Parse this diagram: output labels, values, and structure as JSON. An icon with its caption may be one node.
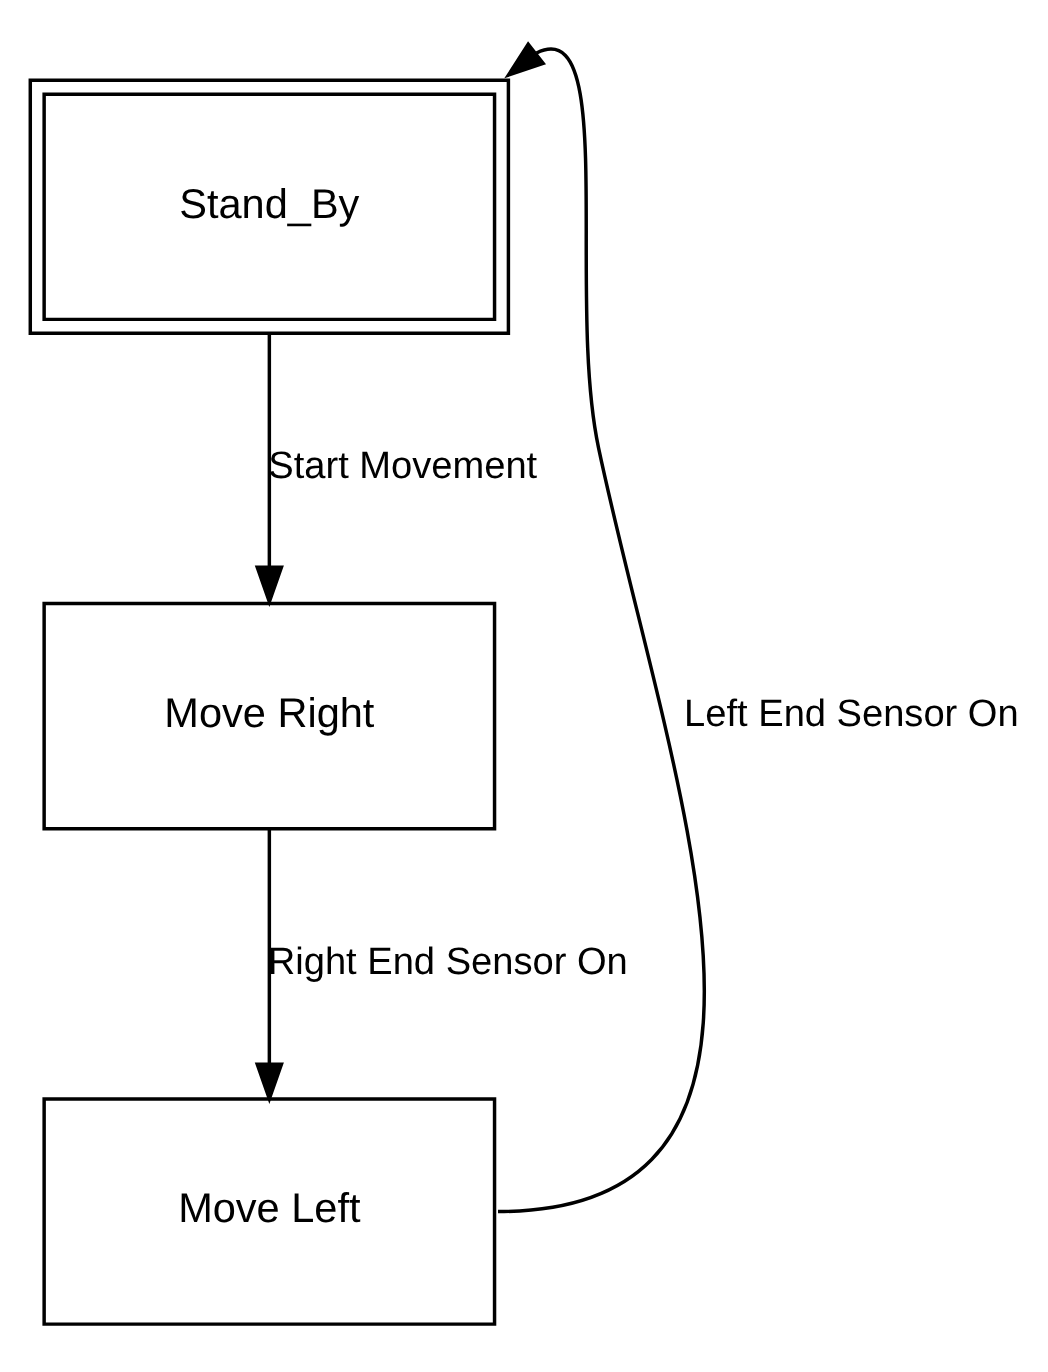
{
  "diagram": {
    "nodes": [
      {
        "text": [
          "Stand_By"
        ]
      },
      {
        "text": [
          "Move Right"
        ]
      },
      {
        "text": [
          "Move Left"
        ]
      }
    ],
    "edges": [
      {
        "from": 0,
        "to": 1,
        "arrow": "to",
        "label": "Start Movement"
      },
      {
        "from": 1,
        "to": 2,
        "arrow": "to",
        "label": "Right End Sensor On"
      },
      {
        "from": 2,
        "to": 0,
        "arrow": "to",
        "label": "Left End Sensor On"
      }
    ]
  }
}
